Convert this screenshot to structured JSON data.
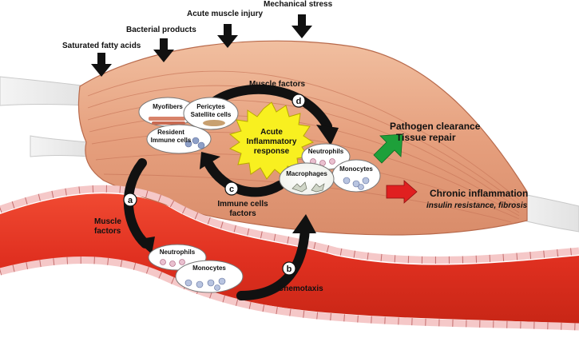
{
  "stimuli": {
    "saturated_fatty_acids": "Saturated fatty acids",
    "bacterial_products": "Bacterial products",
    "acute_muscle_injury": "Acute muscle injury",
    "mechanical_stress": "Mechanical stress"
  },
  "muscle_cells": {
    "myofibers": "Myofibers",
    "pericytes_line1": "Pericytes",
    "pericytes_line2": "Satellite cells",
    "resident_line1": "Resident",
    "resident_line2": "Immune cells"
  },
  "center": {
    "line1": "Acute",
    "line2": "Inflammatory",
    "line3": "response"
  },
  "recruited": {
    "neutrophils": "Neutrophils",
    "macrophages": "Macrophages",
    "monocytes": "Monocytes"
  },
  "blood_cells": {
    "neutrophils": "Neutrophils",
    "monocytes": "Monocytes"
  },
  "steps": {
    "a": "a",
    "b": "b",
    "c": "c",
    "d": "d",
    "muscle_factors_top": "Muscle factors",
    "muscle_factors_left_line1": "Muscle",
    "muscle_factors_left_line2": "factors",
    "immune_factors_line1": "Immune cells",
    "immune_factors_line2": "factors",
    "chemotaxis": "Chemotaxis"
  },
  "outcomes": {
    "good_line1": "Pathogen clearance",
    "good_line2": "Tissue repair",
    "bad_line1": "Chronic inflammation",
    "bad_line2": "insulin resistance, fibrosis"
  },
  "colors": {
    "muscle": "#e8a585",
    "vessel": "#e03020",
    "burst": "#f8f020",
    "good_arrow": "#1ea03a",
    "bad_arrow": "#e02020"
  }
}
